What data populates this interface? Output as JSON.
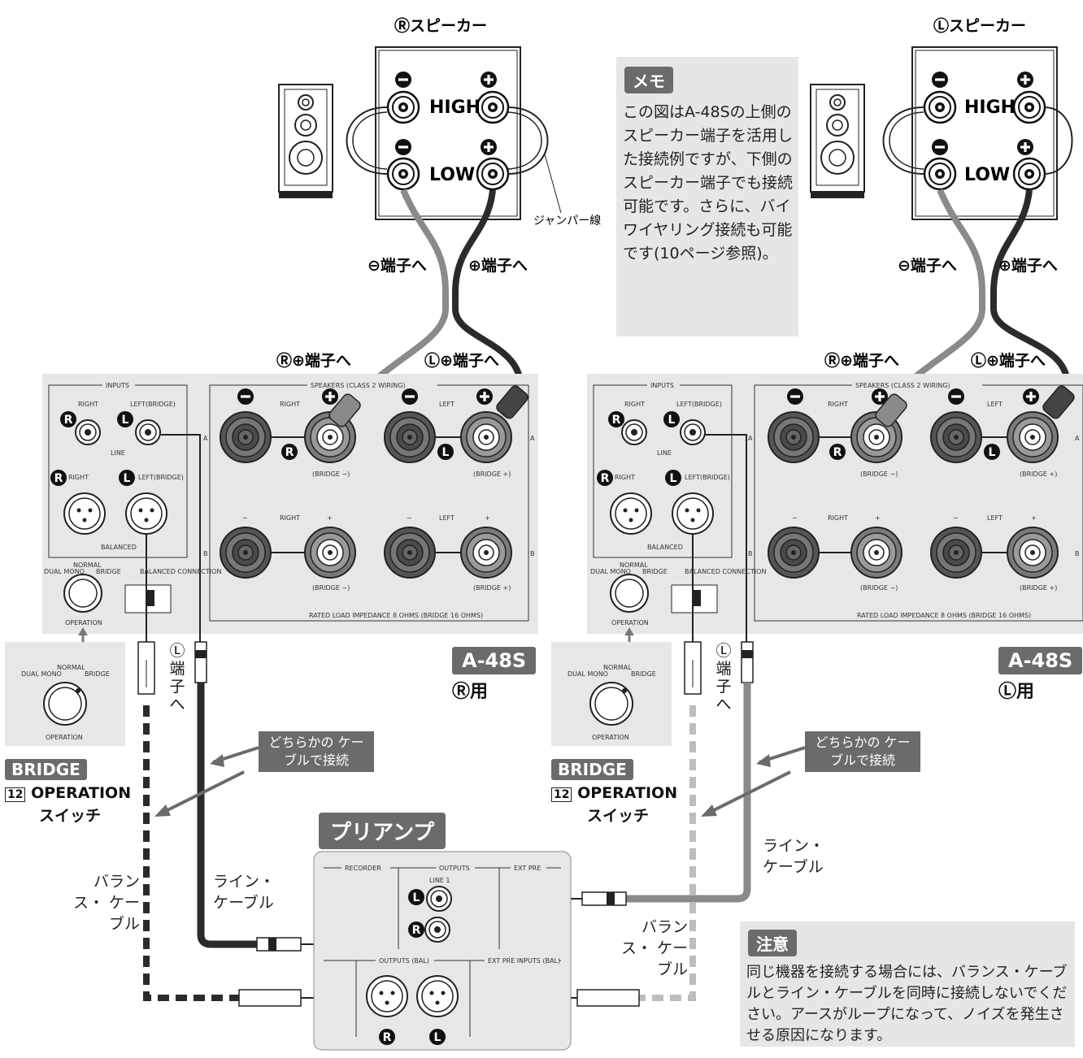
{
  "speakers": {
    "right_title": "Ⓡスピーカー",
    "left_title": "Ⓛスピーカー",
    "high_label": "HIGH",
    "low_label": "LOW",
    "jumper_label": "ジャンパー線",
    "minus_terminal_label": "⊖端子へ",
    "plus_terminal_label": "⊕端子へ"
  },
  "memo": {
    "tag": "メモ",
    "text": "この図はA-48Sの上側のスピーカー端子を活用した接続例ですが、下側のスピーカー端子でも接続可能です。さらに、バイワイヤリング接続も可能です(10ページ参照)。"
  },
  "amp_right": {
    "r_plus_label": "Ⓡ⊕端子へ",
    "l_plus_label": "Ⓛ⊕端子へ",
    "model": "A-48S",
    "usage": "Ⓡ用"
  },
  "amp_left": {
    "r_plus_label": "Ⓡ⊕端子へ",
    "l_plus_label": "Ⓛ⊕端子へ",
    "model": "A-48S",
    "usage": "Ⓛ用"
  },
  "panel": {
    "inputs": "INPUTS",
    "speakers": "SPEAKERS (CLASS 2 WIRING)",
    "right": "RIGHT",
    "left_bridge": "LEFT(BRIDGE)",
    "line": "LINE",
    "balanced": "BALANCED",
    "left": "LEFT",
    "bridge_minus": "(BRIDGE −)",
    "bridge_plus": "(BRIDGE +)",
    "dual_mono": "DUAL MONO",
    "normal": "NORMAL",
    "bridge": "BRIDGE",
    "operation": "OPERATION",
    "balanced_connection": "BALANCED CONNECTION",
    "rated_load": "RATED LOAD IMPEDANCE 8 OHMS (BRIDGE 16 OHMS)",
    "row_a": "A",
    "row_b": "B",
    "minus": "−",
    "plus": "+"
  },
  "operation_switch": {
    "bridge_tag": "BRIDGE",
    "number": "12",
    "name": "OPERATION",
    "suffix": "スイッチ"
  },
  "l_terminal_label": "Ⓛ 端子 へ",
  "callout": "どちらかの ケーブルで接続",
  "cables": {
    "line_cable": "ライン・ ケーブル",
    "balanced_cable": "バランス・ ケーブル"
  },
  "preamp": {
    "tag": "プリアンプ",
    "recorder": "RECORDER",
    "outputs": "OUTPUTS",
    "ext_pre": "EXT PRE",
    "line1": "LINE 1",
    "outputs_bal": "OUTPUTS (BAL)",
    "ext_pre_inputs_bal": "EXT PRE INPUTS (BAL)"
  },
  "caution": {
    "tag": "注意",
    "text": "同じ機器を接続する場合には、バランス・ケーブルとライン・ケーブルを同時に接続しないでください。アースがループになって、ノイズを発生させる原因になります。"
  },
  "colors": {
    "panel": "#e7e7e7",
    "tag": "#6b6b6b",
    "dark_cable": "#2b2b2b",
    "light_cable": "#8a8a8a",
    "dashed_light": "#bdbdbd"
  }
}
